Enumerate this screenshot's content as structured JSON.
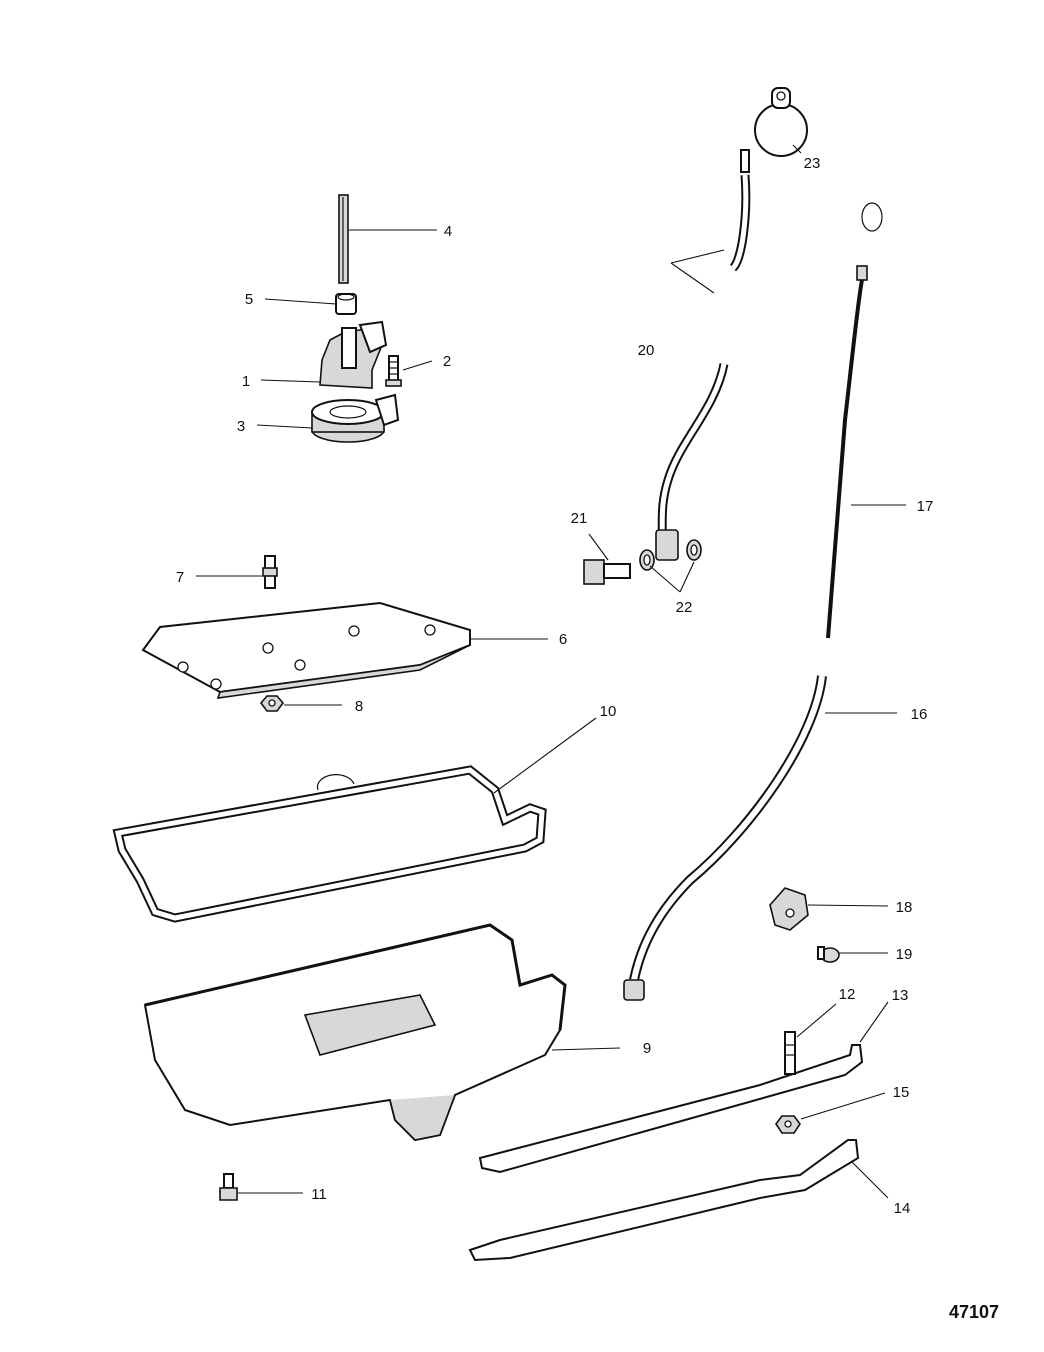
{
  "figure_number": "47107",
  "callouts": [
    {
      "id": "c1",
      "num": "1"
    },
    {
      "id": "c2",
      "num": "2"
    },
    {
      "id": "c3",
      "num": "3"
    },
    {
      "id": "c4",
      "num": "4"
    },
    {
      "id": "c5",
      "num": "5"
    },
    {
      "id": "c6",
      "num": "6"
    },
    {
      "id": "c7",
      "num": "7"
    },
    {
      "id": "c8",
      "num": "8"
    },
    {
      "id": "c9",
      "num": "9"
    },
    {
      "id": "c10",
      "num": "10"
    },
    {
      "id": "c11",
      "num": "11"
    },
    {
      "id": "c12",
      "num": "12"
    },
    {
      "id": "c13",
      "num": "13"
    },
    {
      "id": "c14",
      "num": "14"
    },
    {
      "id": "c15",
      "num": "15"
    },
    {
      "id": "c16",
      "num": "16"
    },
    {
      "id": "c17",
      "num": "17"
    },
    {
      "id": "c18",
      "num": "18"
    },
    {
      "id": "c19",
      "num": "19"
    },
    {
      "id": "c20",
      "num": "20"
    },
    {
      "id": "c21",
      "num": "21"
    },
    {
      "id": "c22",
      "num": "22"
    },
    {
      "id": "c23",
      "num": "23"
    }
  ]
}
